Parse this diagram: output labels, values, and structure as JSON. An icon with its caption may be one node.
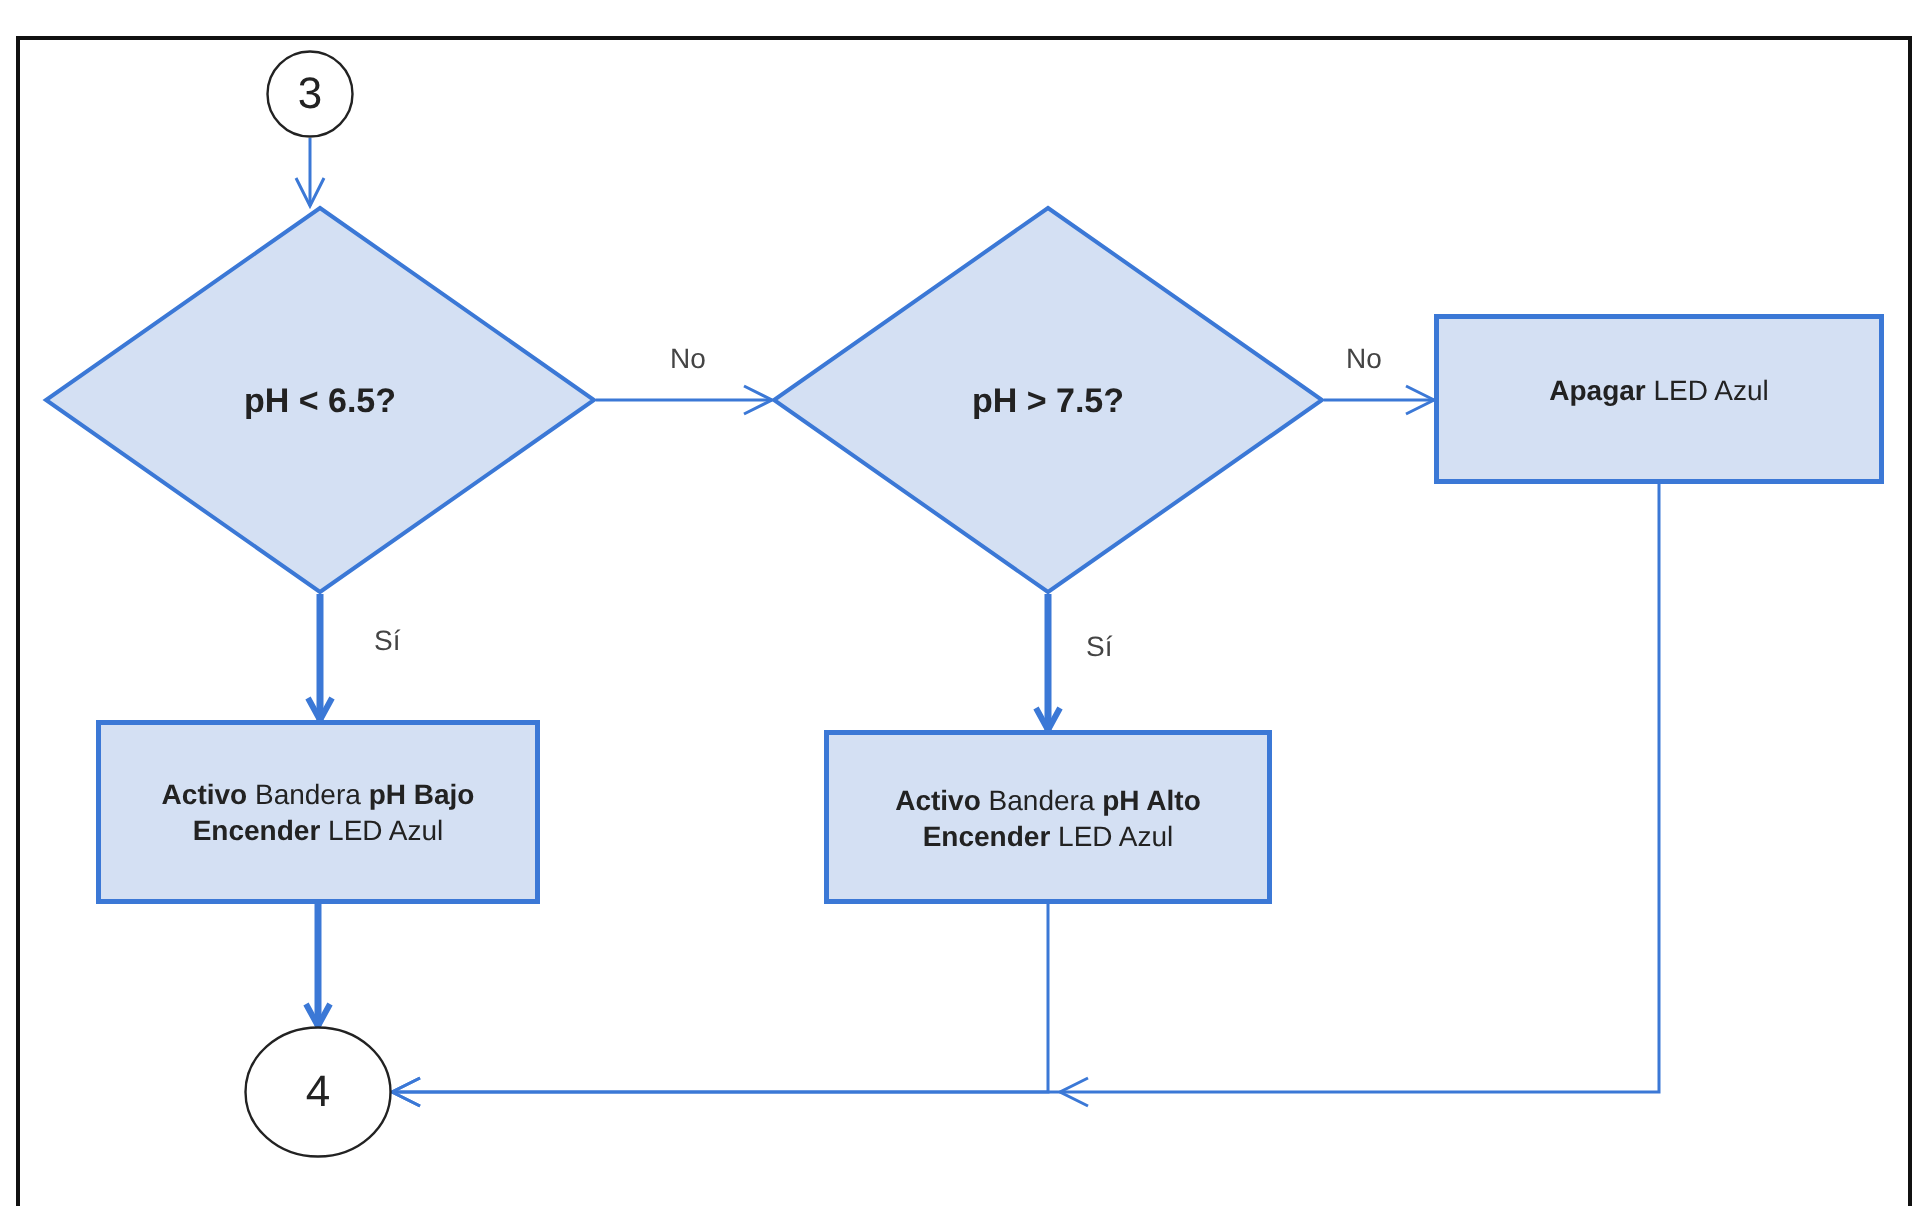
{
  "diagram": {
    "nodes": [
      {
        "text": [
          "3"
        ]
      },
      {
        "text": [
          "pH < 6.5?"
        ]
      },
      {
        "text": [
          "pH > 7.5?"
        ]
      },
      {
        "text": [
          "**Apagar** LED Azul"
        ]
      },
      {
        "text": [
          "**Activo** Bandera **pH Bajo** **Encender** LED Azul"
        ]
      },
      {
        "text": [
          "**Activo** Bandera **pH Alto** **Encender** LED Azul"
        ]
      },
      {
        "text": [
          "4"
        ]
      }
    ],
    "edges": [
      {
        "from": 0,
        "to": 1,
        "arrow": "to"
      },
      {
        "from": 1,
        "to": 2,
        "arrow": "to",
        "label": "No"
      },
      {
        "from": 2,
        "to": 3,
        "arrow": "to",
        "label": "No"
      },
      {
        "from": 1,
        "to": 4,
        "arrow": "to",
        "label": "Sí",
        "style": "thick"
      },
      {
        "from": 2,
        "to": 5,
        "arrow": "to",
        "label": "Sí",
        "style": "thick"
      },
      {
        "from": 4,
        "to": 6,
        "arrow": "to",
        "style": "thick"
      },
      {
        "from": 5,
        "to": 6,
        "arrow": "to"
      },
      {
        "from": 3,
        "to": 6,
        "arrow": "to"
      }
    ]
  }
}
